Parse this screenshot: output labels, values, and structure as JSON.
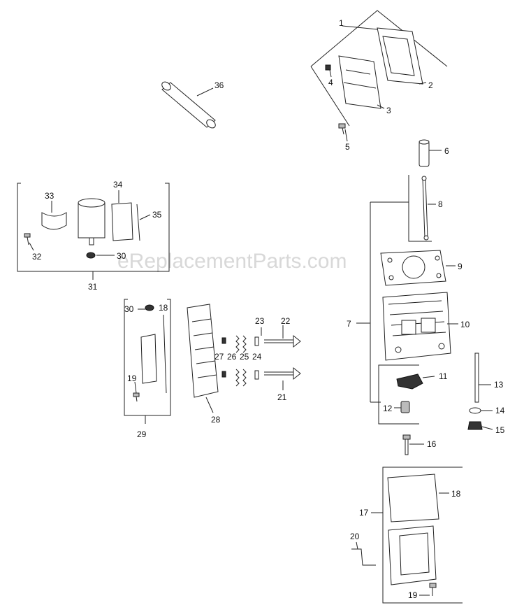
{
  "watermark": "eReplacementParts.com",
  "callouts": {
    "c1": "1",
    "c2": "2",
    "c3": "3",
    "c4": "4",
    "c5": "5",
    "c6": "6",
    "c7": "7",
    "c8": "8",
    "c9": "9",
    "c10": "10",
    "c11": "11",
    "c12": "12",
    "c13": "13",
    "c14": "14",
    "c15": "15",
    "c16": "16",
    "c17": "17",
    "c18a": "18",
    "c18b": "18",
    "c19a": "19",
    "c19b": "19",
    "c20": "20",
    "c21": "21",
    "c22": "22",
    "c23": "23",
    "c24": "24",
    "c25": "25",
    "c26": "26",
    "c27": "27",
    "c28": "28",
    "c29": "29",
    "c30a": "30",
    "c30b": "30",
    "c31": "31",
    "c32": "32",
    "c33": "33",
    "c34": "34",
    "c35": "35",
    "c36": "36"
  }
}
